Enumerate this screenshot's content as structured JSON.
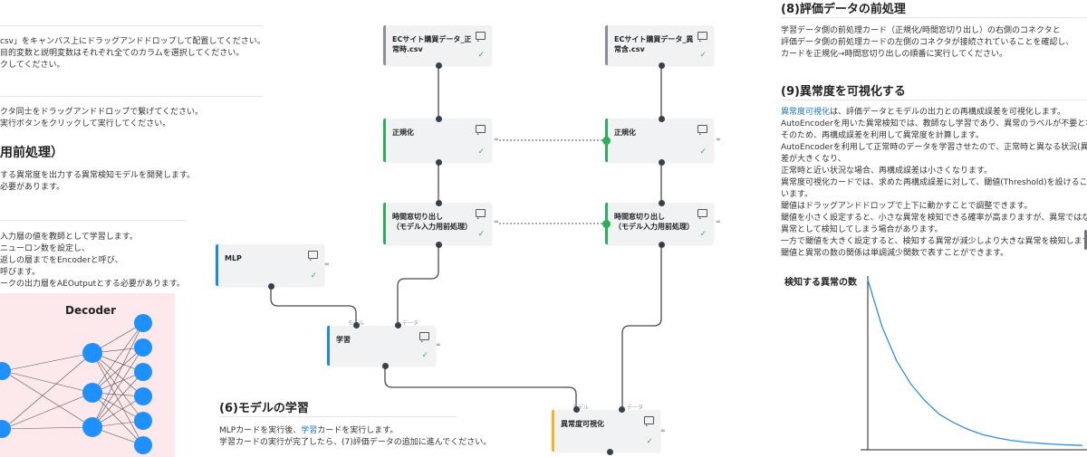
{
  "left_panel": {
    "lines_top": [
      "csv」をキャンバス上にドラッグアンドドロップして配置してください。",
      "目的変数と説明変数はそれぞれ全てのカラムを選択してください。",
      "クしてください。"
    ],
    "lines_mid": [
      "クタ同士をドラッグアンドドロップで繋げてください。",
      "実行ボタンをクリックして実行してください。"
    ],
    "section_title": "用前処理）",
    "lines_section": [
      "する異常度を出力する異常検知モデルを開発します。",
      "必要があります。"
    ],
    "lines_ae": [
      "入力層の値を教師として学習します。",
      "ニューロン数を設定し、",
      "返しの層までをEncoderと呼び、",
      "呼びます。",
      "ークの出力層をAEOutputとする必要があります。"
    ],
    "decoder_label": "Decoder"
  },
  "flow": {
    "cards": {
      "ec_normal": "ECサイト購買データ_正\n常時.csv",
      "ec_anomaly": "ECサイト購買データ_異\n常含.csv",
      "normalize_1": "正規化",
      "normalize_2": "正規化",
      "window_1": "時間窓切り出し\n（モデル入力用前処理）",
      "window_2": "時間窓切り出し\n（モデル入力用前処理）",
      "mlp": "MLP",
      "train": "学習",
      "anomaly_viz": "異常度可視化"
    },
    "port_labels": {
      "model": "モデル",
      "data": "データ"
    },
    "check_glyph": "✓",
    "link_glyph": "∞"
  },
  "section6": {
    "title": "(6)モデルの学習",
    "line1_a": "MLPカードを実行後、",
    "line1_link": "学習",
    "line1_b": "カードを実行します。",
    "line2": "学習カードの実行が完了したら、(7)評価データの追加に進んでください。"
  },
  "right_panel": {
    "title8": "(8)評価データの前処理",
    "lines8": [
      "学習データ側の前処理カード（正規化/時間窓切り出し）の右側のコネクタと",
      "評価データ側の前処理カードの左側のコネクタが接続されていることを確認し、",
      "カードを正規化→時間窓切り出しの順番に実行してください。"
    ],
    "title9": "(9)異常度を可視化する",
    "lines9_link": "異常度可視化",
    "lines9_first_rest": "は、評価データとモデルの出力との再構成誤差を可視化します。",
    "lines9": [
      "AutoEncoderを用いた異常検知では、教師なし学習であり、異常のラベルが不要となっ",
      "そのため、再構成誤差を利用して異常度を計算します。",
      "AutoEncoderを利用して正常時のデータを学習させたので、正常時と異なる状況(異常)に",
      "差が大きくなり、",
      "正常時と近い状況な場合、再構成誤差は小さくなります。",
      "異常度可視化カードでは、求めた再構成誤差に対して、閾値(Threshold)を設けることで",
      "います。",
      "閾値はドラッグアンドドロップで上下に動かすことで調整できます。",
      "閾値を小さく設定すると、小さな異常を検知できる確率が高まりますが、異常ではない",
      "異常として検知してしまう場合があります。",
      "一方で閾値を大きく設定すると、検知する異常が減少しより大きな異常を検知します。",
      "閾値と異常の数の関係は単調減少関数で表すことができます。"
    ],
    "chart_title": "検知する異常の数"
  },
  "chart_data": {
    "type": "line",
    "title": "検知する異常の数",
    "xlabel": "",
    "ylabel": "",
    "curve": "monotonically decreasing (exponential decay)",
    "series": [
      {
        "values": [
          1.0,
          0.72,
          0.52,
          0.38,
          0.28,
          0.2,
          0.15,
          0.11,
          0.08,
          0.06,
          0.045,
          0.035,
          0.028,
          0.022,
          0.018,
          0.015
        ]
      }
    ],
    "color": "#2f8fe0",
    "grid": false
  }
}
